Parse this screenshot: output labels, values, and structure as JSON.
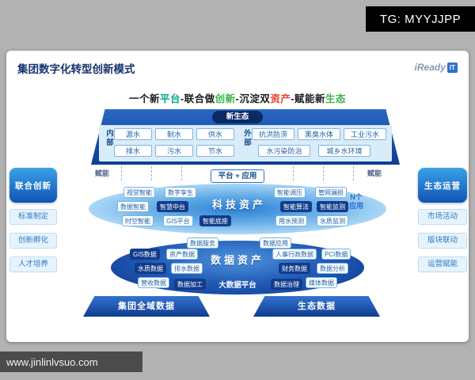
{
  "overlay": {
    "tg_label": "TG: MYYJJPP",
    "watermark": "www.jinlinlvsuo.com"
  },
  "colors": {
    "accent_blue": "#2f6fd0",
    "navy_title": "#17346f",
    "dark_navy_pill": "#0a2a66",
    "chip_dark": "#123c8c",
    "panel_light_blue": "#d9ecfa",
    "green": "#3db54a",
    "red": "#e8432d",
    "teal": "#00a98f"
  },
  "slide": {
    "title": "集团数字化转型创新模式",
    "logo": {
      "brand": "iReady",
      "badge": "IT"
    },
    "headline": {
      "seg1": "一个新",
      "seg2": "平台",
      "seg3": "-联合做",
      "seg4": "创新",
      "seg5": "-沉淀双",
      "seg6": "资产",
      "seg7": "-赋能新",
      "seg8": "生态"
    },
    "funnel": {
      "top_label": "新生态",
      "internal_label": "内部",
      "internal_items": [
        "源水",
        "制水",
        "供水",
        "排水",
        "污水",
        "节水"
      ],
      "external_label": "外部",
      "external_items": [
        "抗洪防涝",
        "黑臭水体",
        "工业污水",
        "水污染防治",
        "城乡水环境"
      ],
      "empower_left": "赋能",
      "empower_right": "赋能"
    },
    "platform_label": "平台 + 应用",
    "tech_asset": {
      "title": "科技资产",
      "n_apps": "N个应用",
      "light_chips": [
        "视觉智能",
        "数字孪生",
        "数据智能",
        "时空智能",
        "GIS平台",
        "智能调压",
        "管网漏损",
        "用水预测",
        "水质监测"
      ],
      "dark_chips": [
        "智慧中台",
        "智能底座",
        "智能算法",
        "智能监测"
      ]
    },
    "bridge_chips": [
      "数据服务",
      "数据应用"
    ],
    "data_asset": {
      "title": "数据资产",
      "platform": "大数据平台",
      "light_chips": [
        "资产数据",
        "排水数据",
        "营收数据",
        "人事行政数据",
        "PCI数据",
        "数据分析",
        "媒体数据"
      ],
      "dark_chips": [
        "GIS数据",
        "水质数据",
        "财务数据",
        "数据加工",
        "数据治理"
      ]
    },
    "bottom_blocks": [
      "集团全域数据",
      "生态数据"
    ],
    "left_panel": {
      "title": "联合创新",
      "items": [
        "标准制定",
        "创新孵化",
        "人才培养"
      ]
    },
    "right_panel": {
      "title": "生态运营",
      "items": [
        "市场活动",
        "版块联动",
        "运营赋能"
      ]
    }
  }
}
